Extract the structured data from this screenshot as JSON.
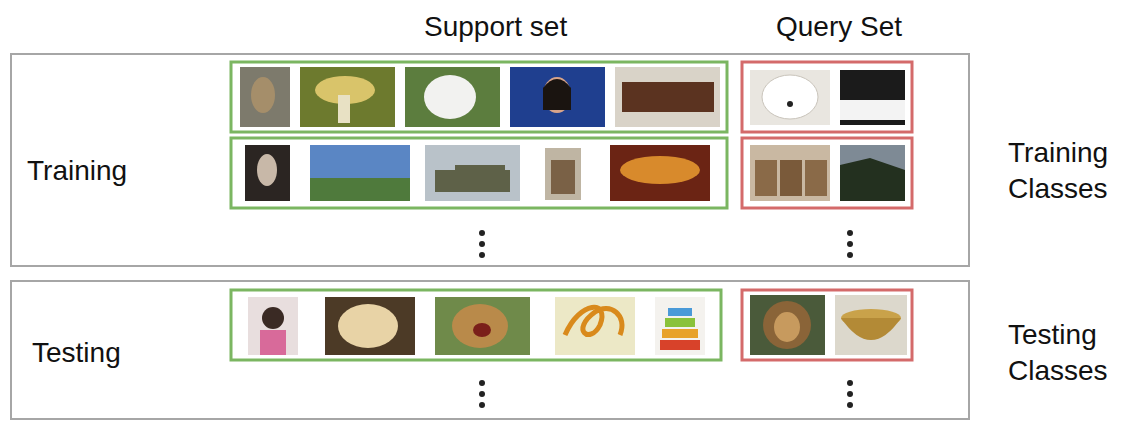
{
  "diagram": {
    "nodes": [
      {
        "text": [
          "Training",
          "Training Classes"
        ]
      },
      {
        "text": [
          "Testing",
          "Testing Classes"
        ]
      }
    ],
    "labels": [
      "Support set",
      "Query Set"
    ]
  }
}
